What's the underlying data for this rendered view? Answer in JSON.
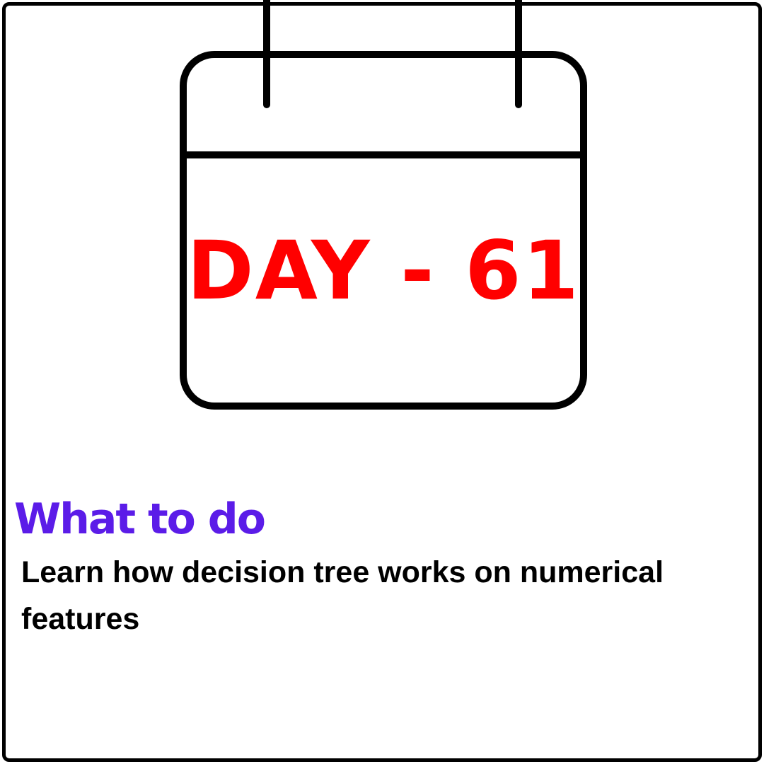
{
  "calendar": {
    "icon": "calendar-icon",
    "day_text": "DAY - 61",
    "day_color": "#ff0000"
  },
  "task": {
    "heading": "What to do",
    "heading_color": "#5b1ce8",
    "description": "Learn how decision tree works on numerical features"
  }
}
